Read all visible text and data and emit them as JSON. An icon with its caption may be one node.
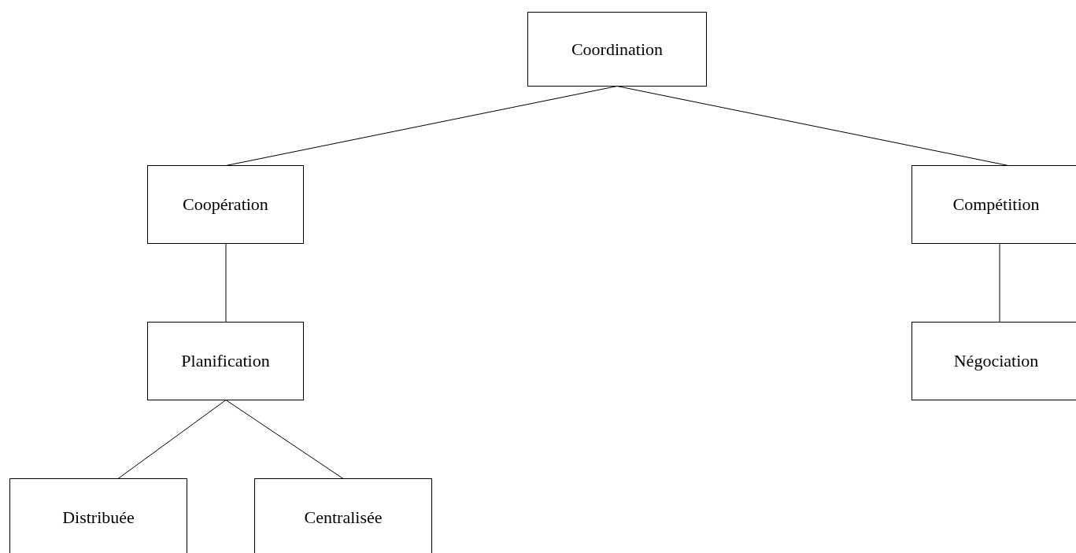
{
  "diagram": {
    "nodes": [
      {
        "text": [
          "Coordination"
        ]
      },
      {
        "text": [
          "Coopération"
        ]
      },
      {
        "text": [
          "Compétition"
        ]
      },
      {
        "text": [
          "Planification"
        ]
      },
      {
        "text": [
          "Négociation"
        ]
      },
      {
        "text": [
          "Distribuée"
        ]
      },
      {
        "text": [
          "Centralisée"
        ]
      }
    ],
    "edges": [
      {
        "from": 0,
        "to": 1,
        "arrow": "none"
      },
      {
        "from": 0,
        "to": 2,
        "arrow": "none"
      },
      {
        "from": 1,
        "to": 3,
        "arrow": "none"
      },
      {
        "from": 2,
        "to": 4,
        "arrow": "none"
      },
      {
        "from": 3,
        "to": 5,
        "arrow": "none"
      },
      {
        "from": 3,
        "to": 6,
        "arrow": "none"
      }
    ]
  }
}
